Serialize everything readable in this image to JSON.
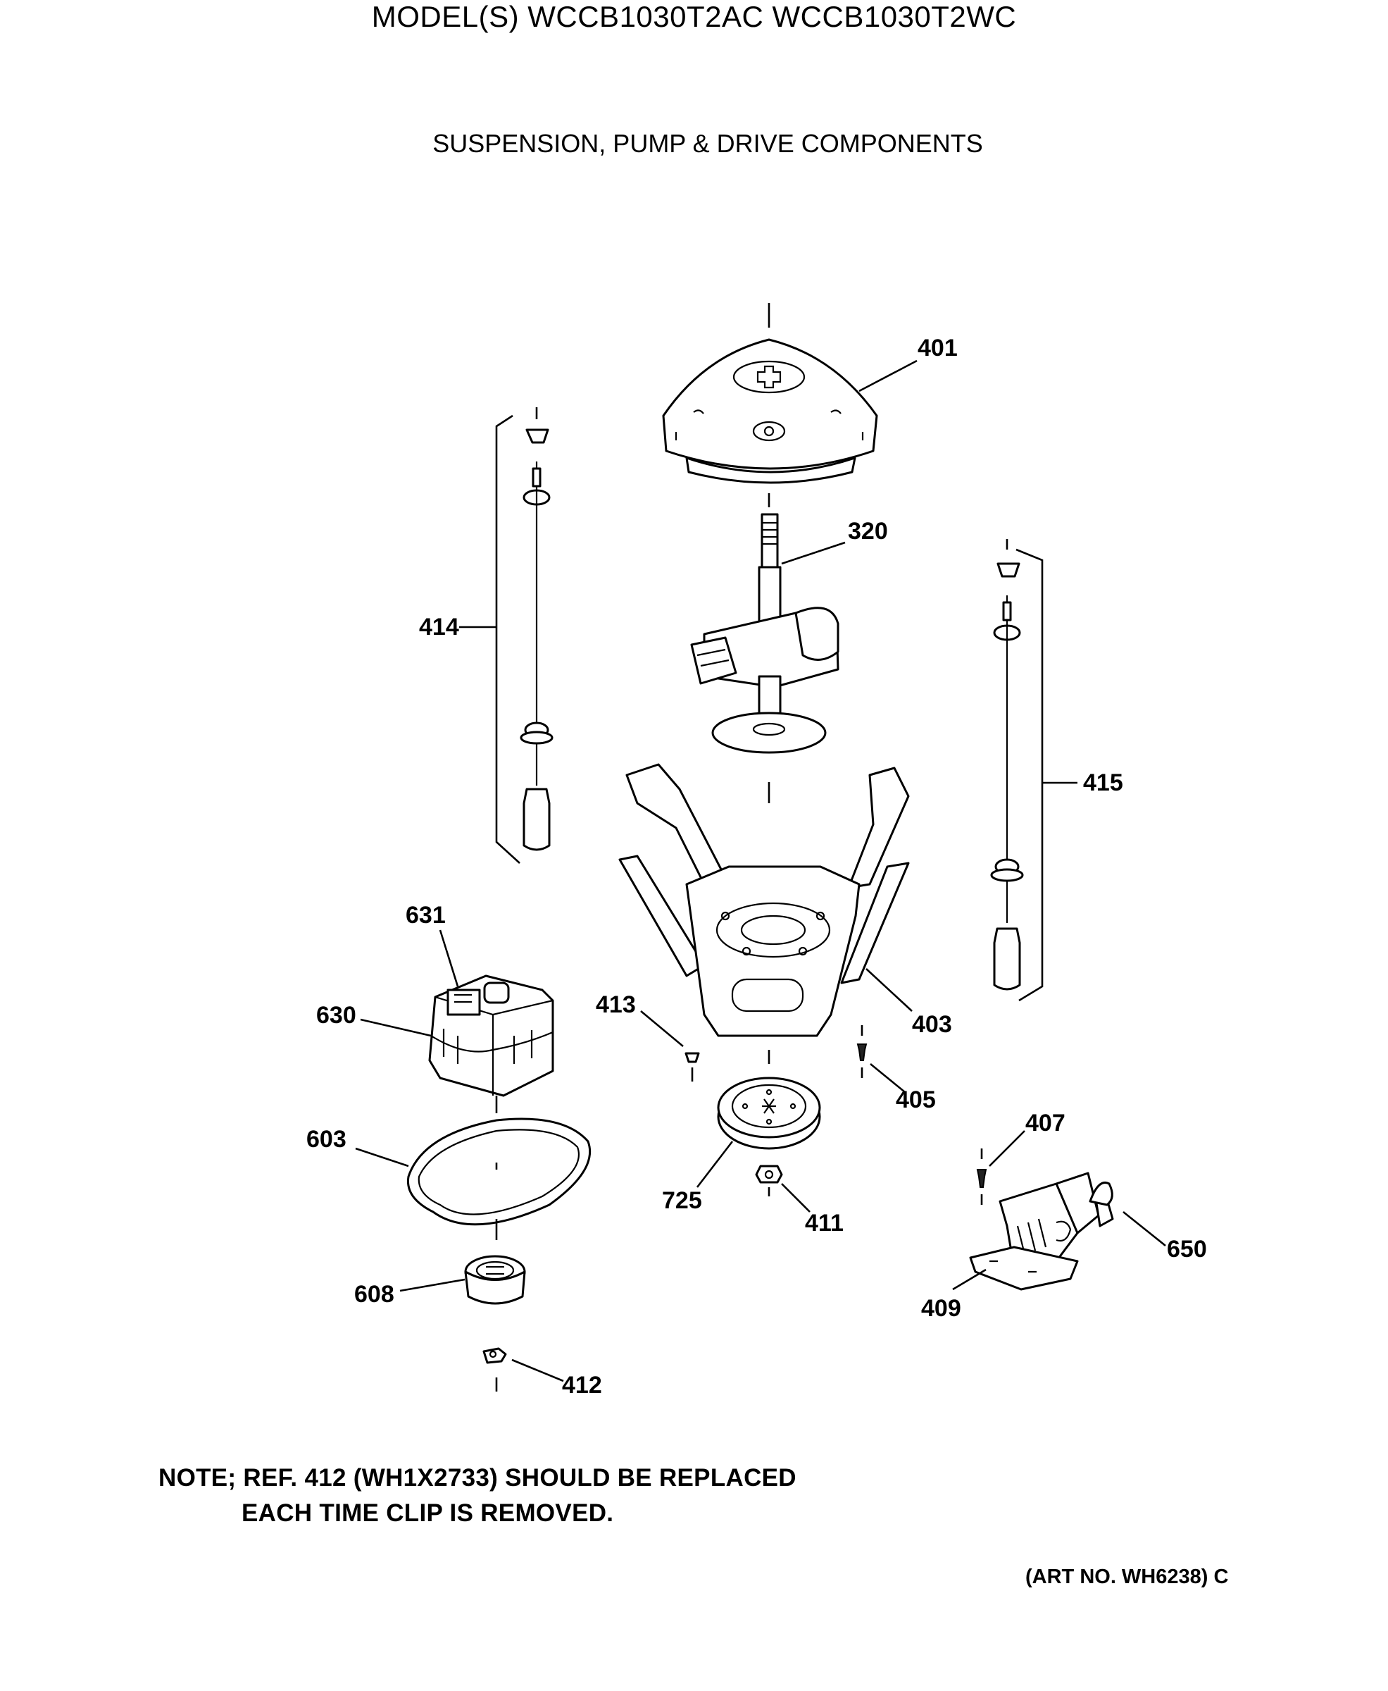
{
  "header": {
    "model": "MODEL(S) WCCB1030T2AC  WCCB1030T2WC",
    "section": "SUSPENSION, PUMP & DRIVE COMPONENTS"
  },
  "callouts": {
    "p401": "401",
    "p320": "320",
    "p414": "414",
    "p415": "415",
    "p631": "631",
    "p630": "630",
    "p413": "413",
    "p403": "403",
    "p405": "405",
    "p603": "603",
    "p725": "725",
    "p411": "411",
    "p407": "407",
    "p650": "650",
    "p608": "608",
    "p409": "409",
    "p412": "412"
  },
  "parts_drawn": [
    "drive-platform-cover-icon",
    "transmission-icon",
    "suspension-rod-left-icon",
    "suspension-rod-right-icon",
    "suspension-platform-icon",
    "drive-motor-icon",
    "motor-switch-icon",
    "retaining-clip-icon",
    "screw-icon",
    "drive-belt-icon",
    "transmission-pulley-icon",
    "nut-icon",
    "pump-clip-icon",
    "pump-icon",
    "motor-pulley-icon",
    "pump-bracket-icon",
    "pulley-clip-icon"
  ],
  "note": {
    "line1": "NOTE; REF. 412 (WH1X2733) SHOULD BE REPLACED",
    "line2": "EACH TIME CLIP IS REMOVED."
  },
  "art_number": "(ART NO. WH6238) C"
}
